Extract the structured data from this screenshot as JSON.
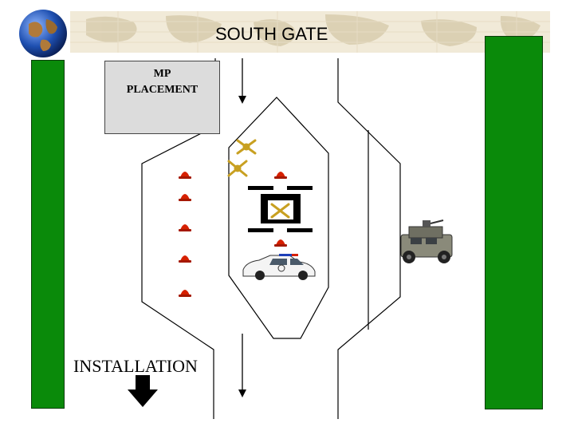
{
  "title": "SOUTH GATE",
  "mp_box": {
    "line1": "MP",
    "line2": "PLACEMENT"
  },
  "installation_label": "INSTALLATION",
  "icons": [
    "globe-icon",
    "traffic-cone-icon",
    "mp-crossed-pistols-icon",
    "police-car-icon",
    "humvee-icon",
    "down-arrow-icon",
    "barrier-icon"
  ],
  "colors": {
    "wall": "#0a8a0a",
    "cone": "#d62000",
    "mp_box": "#dcdcdc",
    "banner": "#f1ead8",
    "insignia": "#c8a021"
  }
}
